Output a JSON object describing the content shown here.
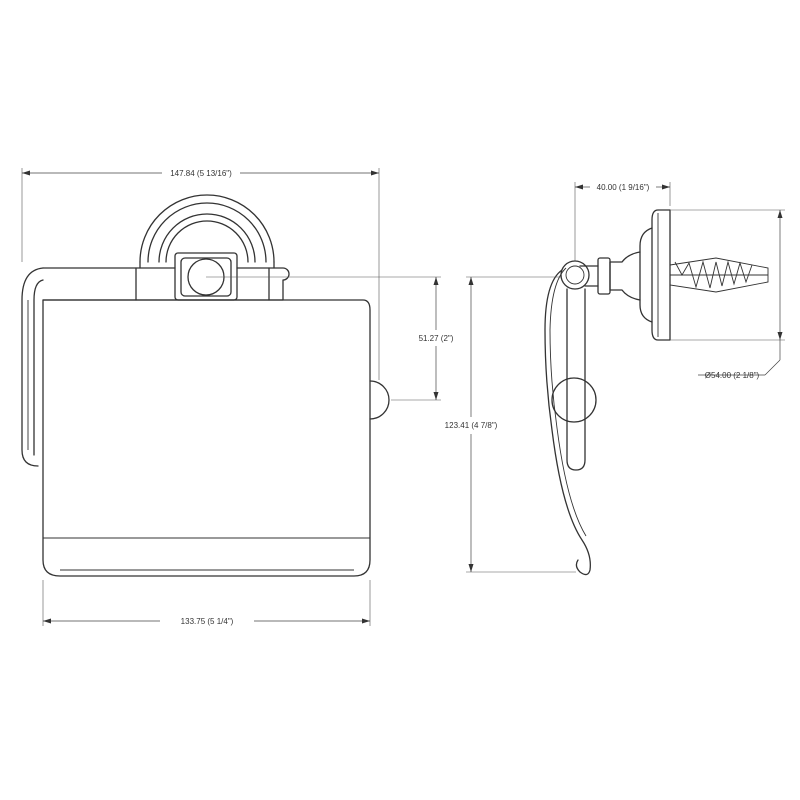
{
  "drawing": {
    "front_view": {
      "overall_width": "147.84 (5 13/16\")",
      "cover_width": "133.75 (5 1/4\")",
      "post_to_roller": "51.27 (2\")"
    },
    "side_view": {
      "overall_height": "123.41 (4 7/8\")",
      "projection": "40.00 (1 9/16\")",
      "base_diameter": "Ø54.00 (2 1/8\")"
    }
  }
}
